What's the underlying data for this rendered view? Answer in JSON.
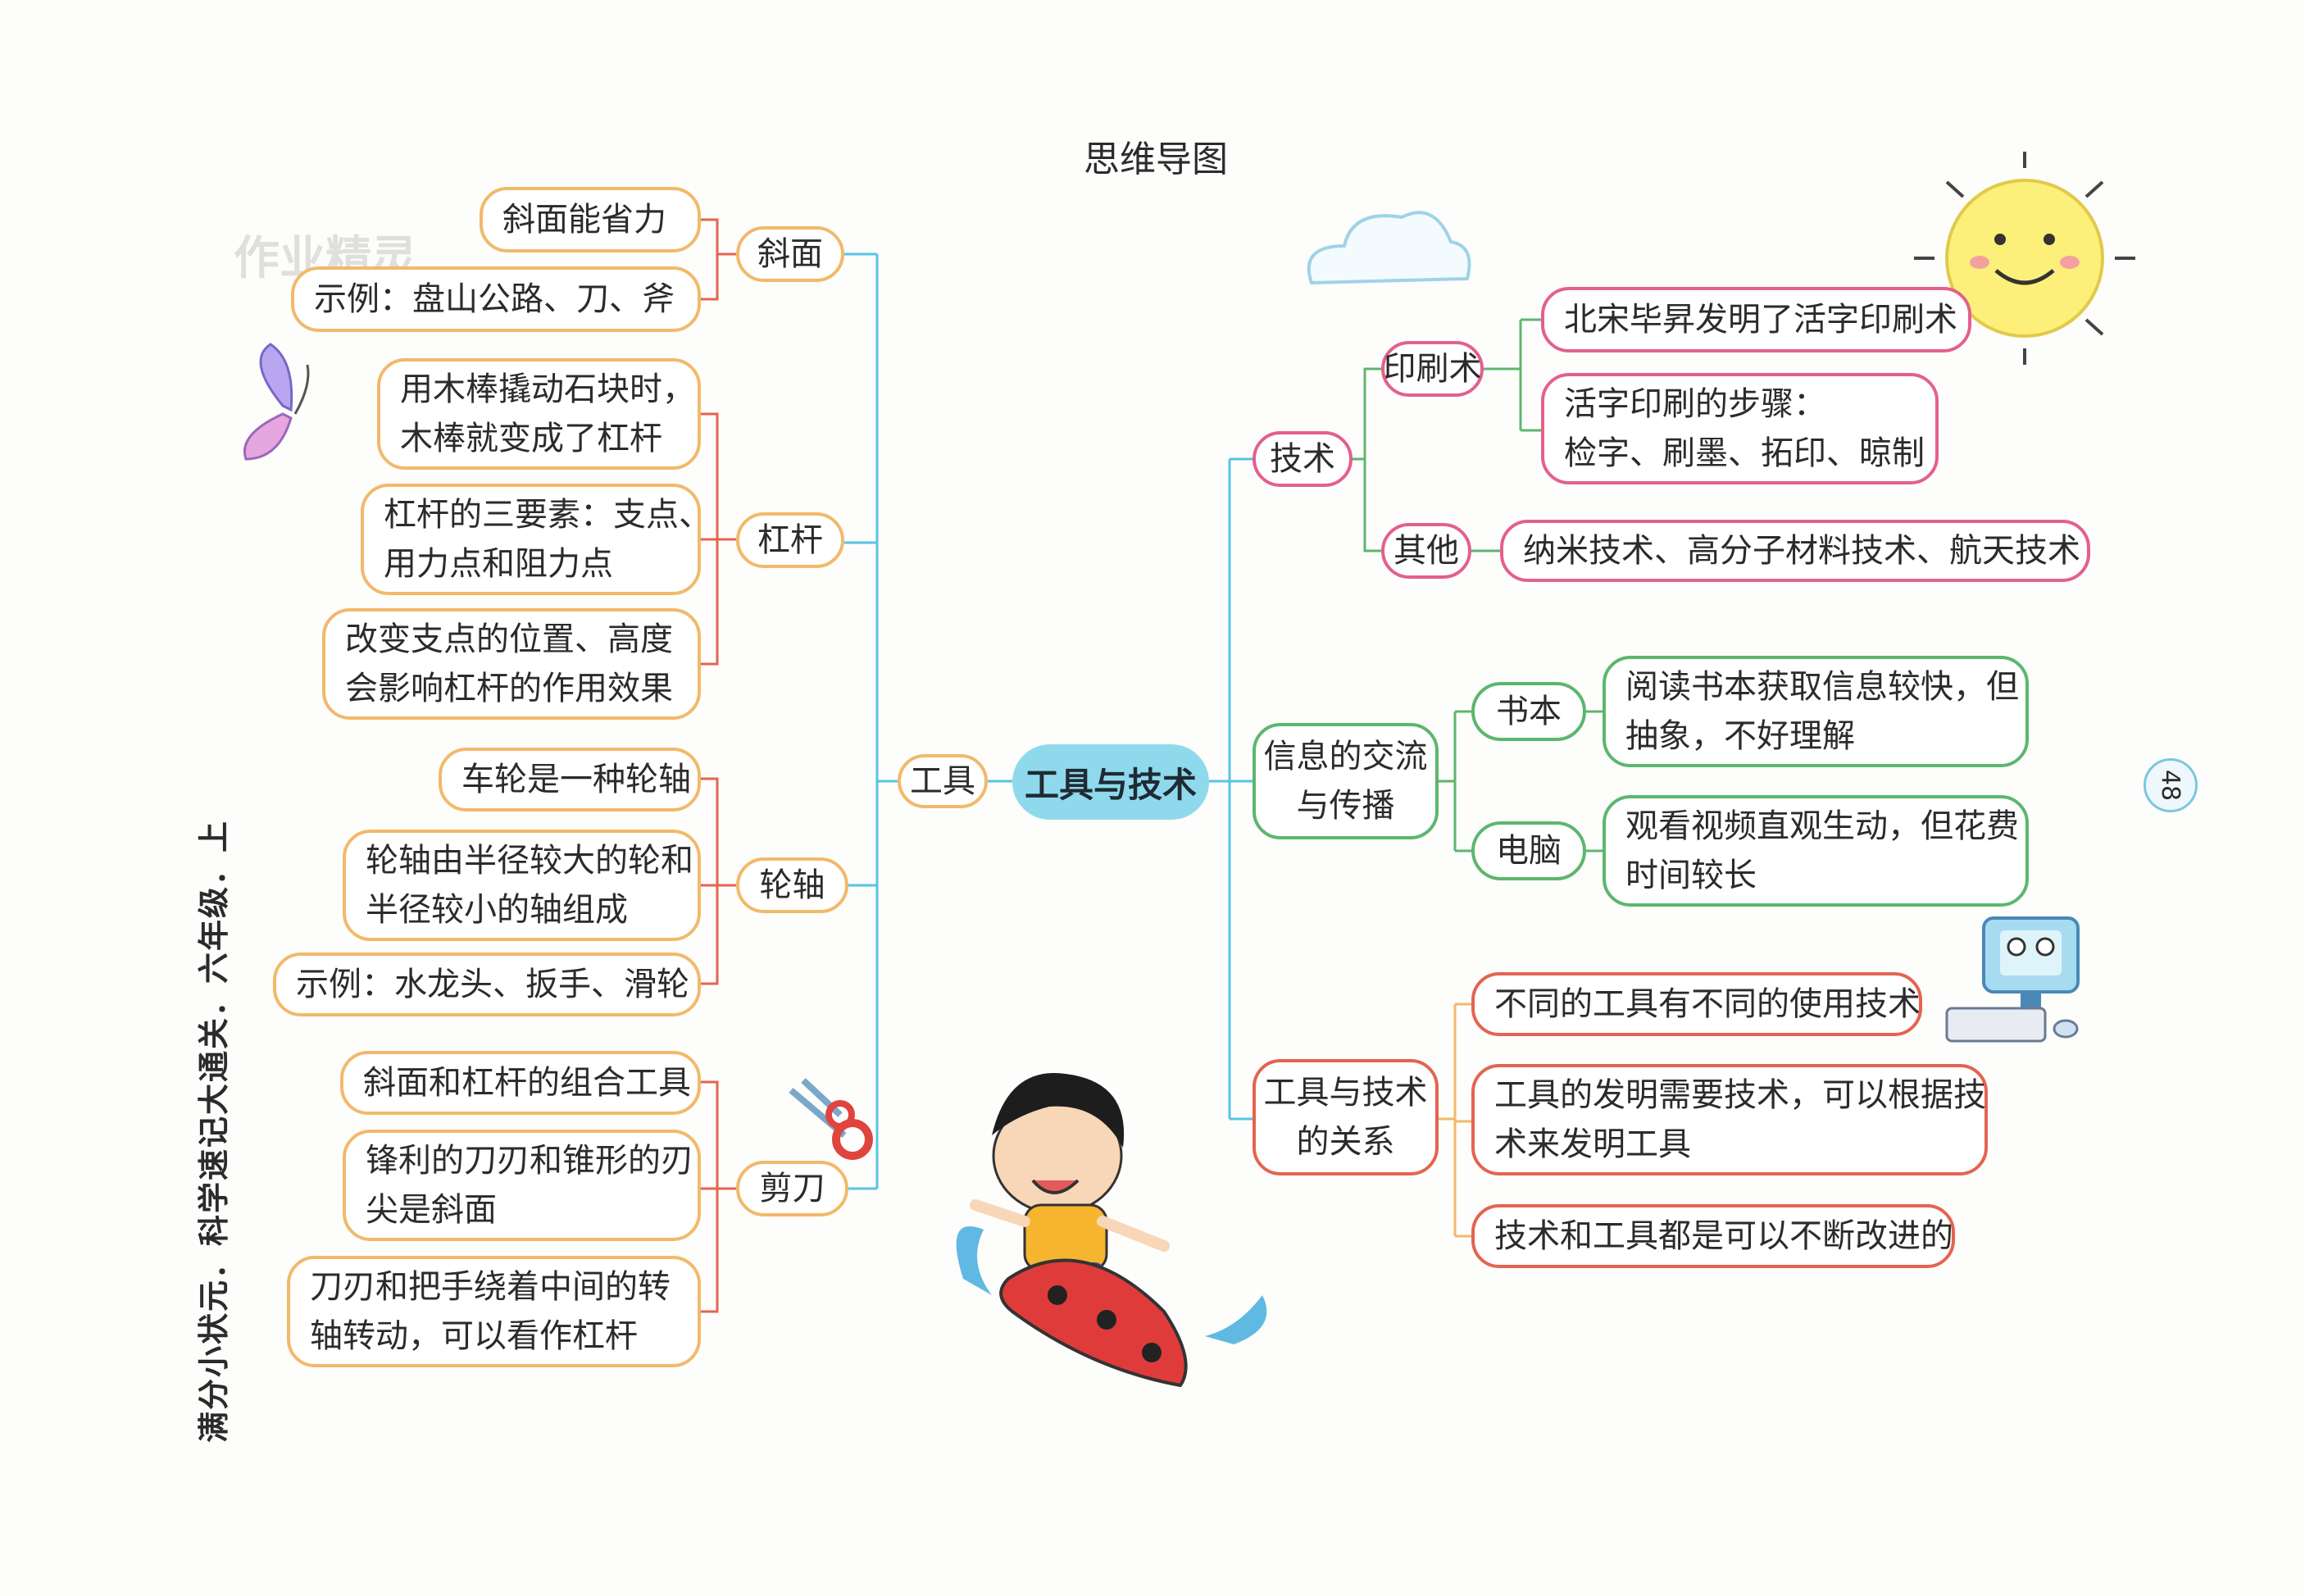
{
  "title": "思维导图",
  "center": "工具与技术",
  "sidebar_text": "满分小状元．科学速记大通关．六年级．上",
  "page_number": "48",
  "watermark": "作业精灵",
  "left": {
    "label": "工具",
    "incline": {
      "label": "斜面",
      "items": [
        "斜面能省力",
        "示例：盘山公路、刀、斧"
      ]
    },
    "lever": {
      "label": "杠杆",
      "items": [
        [
          "用木棒撬动石块时，",
          "木棒就变成了杠杆"
        ],
        [
          "杠杆的三要素：支点、",
          "用力点和阻力点"
        ],
        [
          "改变支点的位置、高度",
          "会影响杠杆的作用效果"
        ]
      ]
    },
    "wheel": {
      "label": "轮轴",
      "items": [
        "车轮是一种轮轴",
        [
          "轮轴由半径较大的轮和",
          "半径较小的轴组成"
        ],
        "示例：水龙头、扳手、滑轮"
      ]
    },
    "scissors": {
      "label": "剪刀",
      "items": [
        "斜面和杠杆的组合工具",
        [
          "锋利的刀刃和锥形的刃",
          "尖是斜面"
        ],
        [
          "刀刃和把手绕着中间的转",
          "轴转动，可以看作杠杆"
        ]
      ]
    }
  },
  "right": {
    "tech": {
      "label": "技术",
      "printing": {
        "label": "印刷术",
        "items": [
          "北宋毕昇发明了活字印刷术",
          [
            "活字印刷的步骤：",
            "检字、刷墨、拓印、晾制"
          ]
        ]
      },
      "other": {
        "label": "其他",
        "item": "纳米技术、高分子材料技术、航天技术"
      }
    },
    "info": {
      "label": [
        "信息的交流",
        "与传播"
      ],
      "book": {
        "label": "书本",
        "item": [
          "阅读书本获取信息较快，但",
          "抽象，不好理解"
        ]
      },
      "computer": {
        "label": "电脑",
        "item": [
          "观看视频直观生动，但花费",
          "时间较长"
        ]
      }
    },
    "relation": {
      "label": [
        "工具与技术",
        "的关系"
      ],
      "items": [
        "不同的工具有不同的使用技术",
        [
          "工具的发明需要技术，可以根据技",
          "术来发明工具"
        ],
        "技术和工具都是可以不断改进的"
      ]
    }
  },
  "colors": {
    "orange": "#f2b96a",
    "pink": "#e3608e",
    "green": "#5db66e",
    "red": "#e46450",
    "blue": "#58c3e4",
    "center": "#8fd9ec"
  }
}
